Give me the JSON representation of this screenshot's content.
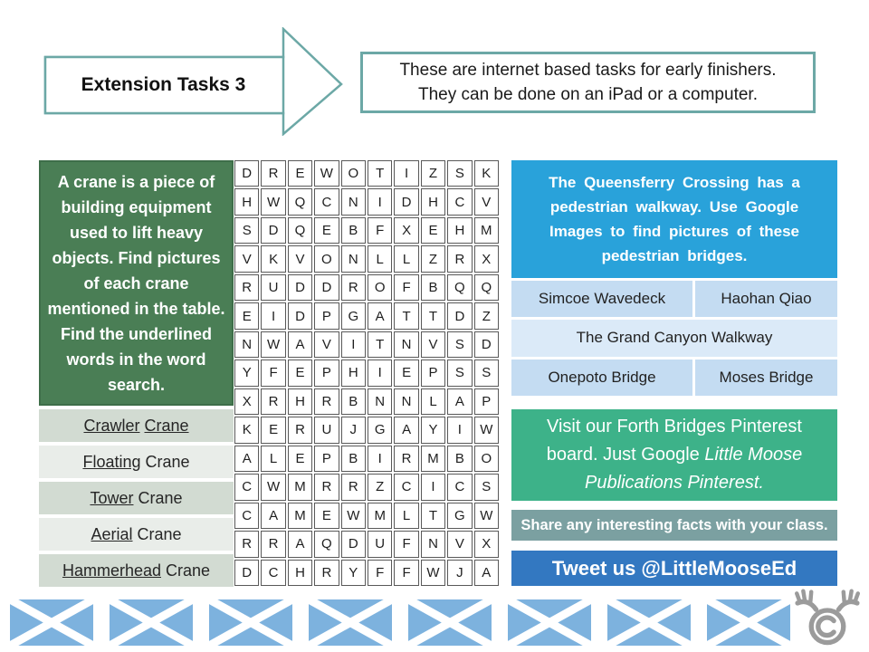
{
  "header": {
    "arrow_label": "Extension Tasks 3",
    "info_lines": [
      "These are internet based tasks for early finishers.",
      "They can be done on an iPad or a computer."
    ]
  },
  "crane_task": {
    "instructions": "A crane is a piece of building equipment used to lift heavy objects. Find pictures of each crane mentioned in the table. Find the underlined words in the word search.",
    "rows": [
      {
        "parts": [
          {
            "text": "Crawler",
            "underline": true
          },
          {
            "text": " ",
            "underline": false
          },
          {
            "text": "Crane",
            "underline": true
          }
        ]
      },
      {
        "parts": [
          {
            "text": "Floating",
            "underline": true
          },
          {
            "text": " Crane",
            "underline": false
          }
        ]
      },
      {
        "parts": [
          {
            "text": "Tower",
            "underline": true
          },
          {
            "text": " Crane",
            "underline": false
          }
        ]
      },
      {
        "parts": [
          {
            "text": "Aerial",
            "underline": true
          },
          {
            "text": " Crane",
            "underline": false
          }
        ]
      },
      {
        "parts": [
          {
            "text": "Hammerhead",
            "underline": true
          },
          {
            "text": " Crane",
            "underline": false
          }
        ]
      }
    ]
  },
  "word_search": {
    "rows": [
      "DREWOTIZSK",
      "HWQCNIDHCV",
      "SDQEBFXEHM",
      "VKVONLLZRX",
      "RUDDROFBQQ",
      "EIDPGATTDZ",
      "NWAVITNVSD",
      "YFEPHIEPSS",
      "XRHRBNNLAP",
      "KERUJGAYIW",
      "ALEPBIRMBO",
      "CWMRRZCICS",
      "CAMEWMLTGW",
      "RRAQDUFNVX",
      "DCHRYFFWJA"
    ]
  },
  "bridge_task": {
    "intro": "The Queensferry Crossing has a pedestrian walkway. Use Google Images to find pictures of these pedestrian bridges.",
    "rows": [
      {
        "cells": [
          "Simcoe Wavedeck",
          "Haohan Qiao"
        ]
      },
      {
        "cells": [
          "The Grand Canyon Walkway"
        ]
      },
      {
        "cells": [
          "Onepoto Bridge",
          "Moses Bridge"
        ]
      }
    ]
  },
  "pinterest": {
    "normal": "Visit our Forth Bridges Pinterest board. Just Google ",
    "italic": "Little Moose Publications Pinterest."
  },
  "share_note": "Share any interesting facts with your class.",
  "tweet_label": "Tweet us @LittleMooseEd",
  "footer": {
    "flag_count": 8
  },
  "colors": {
    "teal_border": "#6ca8a6",
    "green_box": "#4a7e55",
    "green_border": "#3e6e49",
    "row_green_dark": "#d2dbd2",
    "row_green_light": "#e9ede9",
    "sky_blue": "#29a2da",
    "cell_blue_dark": "#c4dcf2",
    "cell_blue_light": "#dbeaf8",
    "pinterest_green": "#3db289",
    "share_teal": "#7ba0a1",
    "tweet_blue": "#3378c1",
    "flag_blue": "#7db2de",
    "logo_gray": "#9b9b9b"
  }
}
